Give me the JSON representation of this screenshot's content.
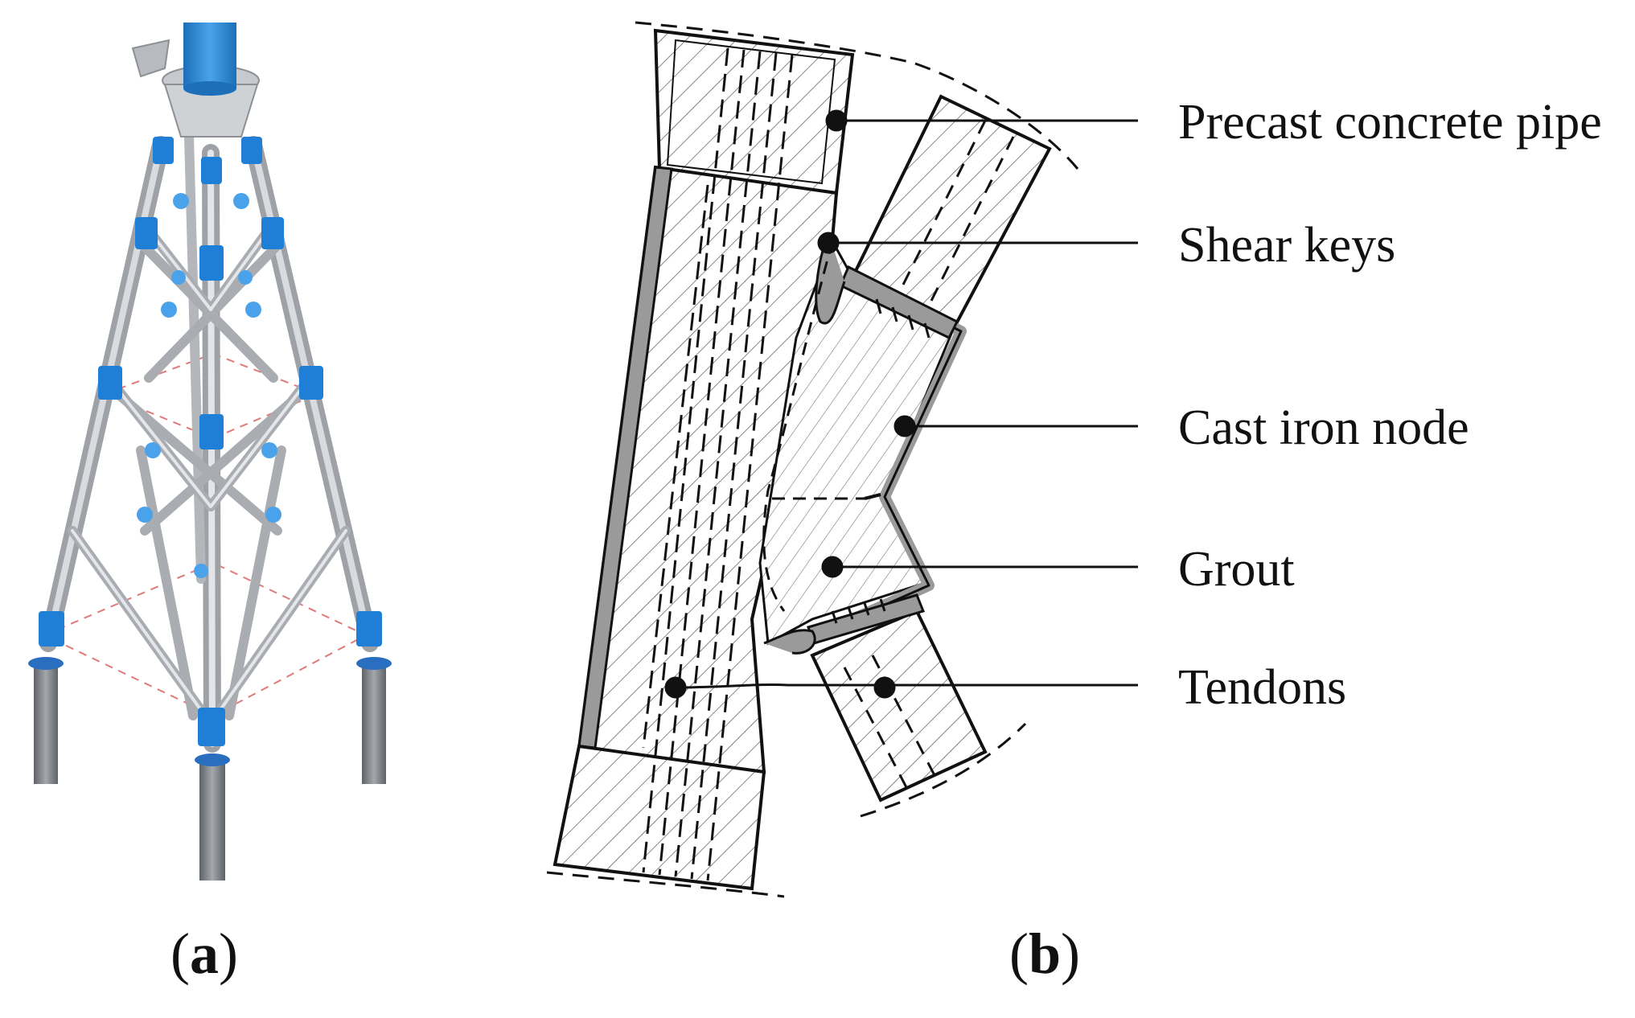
{
  "panels": {
    "a": {
      "label_open": "(",
      "label_letter": "a",
      "label_close": ")"
    },
    "b": {
      "label_open": "(",
      "label_letter": "b",
      "label_close": ")"
    }
  },
  "callouts": {
    "precast_concrete_pipe": "Precast concrete pipe",
    "shear_keys": "Shear keys",
    "cast_iron_node": "Cast iron node",
    "grout": "Grout",
    "tendons": "Tendons"
  },
  "colors": {
    "node_blue": "#1f7fd6",
    "tube_grey": "#b9bcc0",
    "pile_grey": "#7d8186",
    "section_line": "#111111",
    "steel_grey": "#9a9a9a",
    "dashed_red": "#e07a7a"
  }
}
